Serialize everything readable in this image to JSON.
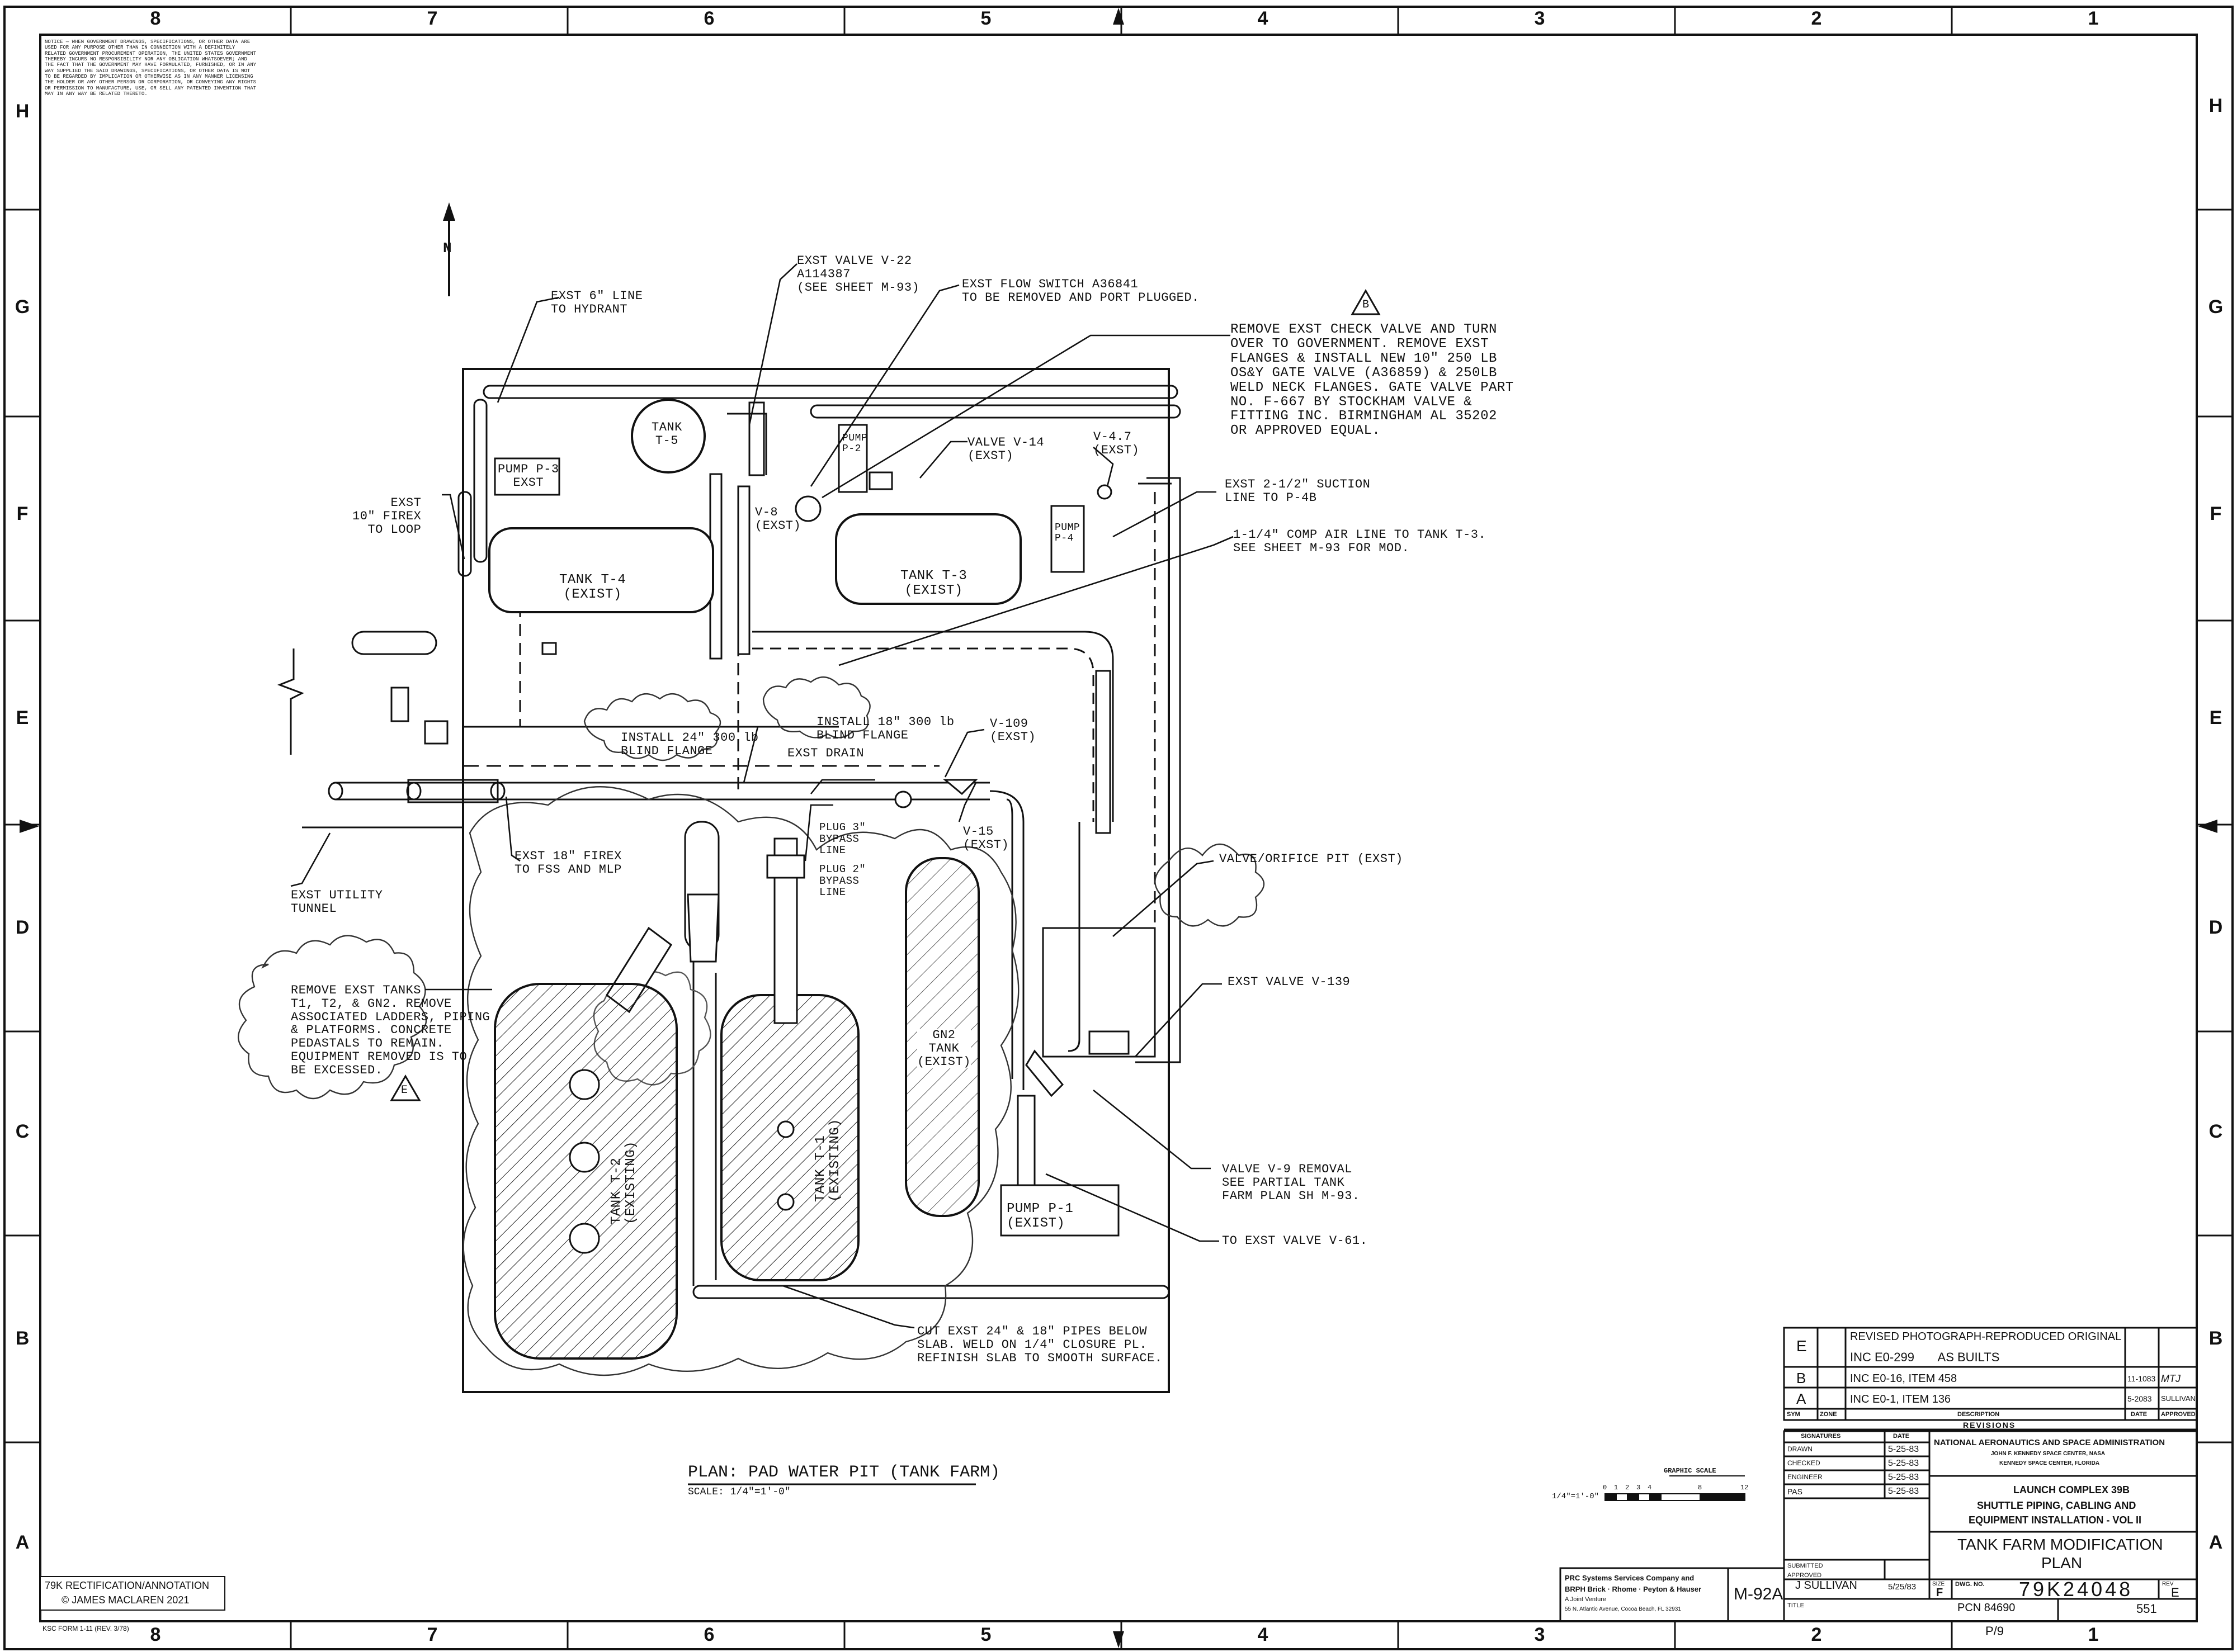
{
  "border": {
    "columns_top": [
      "8",
      "7",
      "6",
      "5",
      "4",
      "3",
      "2",
      "1"
    ],
    "columns_bottom": [
      "8",
      "7",
      "6",
      "5",
      "4",
      "3",
      "2",
      "1"
    ],
    "rows_left": [
      "H",
      "G",
      "F",
      "E",
      "D",
      "C",
      "B",
      "A"
    ],
    "rows_right": [
      "H",
      "G",
      "F",
      "E",
      "D",
      "C",
      "B",
      "A"
    ]
  },
  "notice": "NOTICE — WHEN GOVERNMENT DRAWINGS, SPECIFICATIONS, OR OTHER DATA ARE USED FOR ANY PURPOSE OTHER THAN IN CONNECTION WITH A DEFINITELY RELATED GOVERNMENT PROCUREMENT OPERATION, THE UNITED STATES GOVERNMENT THEREBY INCURS NO RESPONSIBILITY NOR ANY OBLIGATION WHATSOEVER; AND THE FACT THAT THE GOVERNMENT MAY HAVE FORMULATED, FURNISHED, OR IN ANY WAY SUPPLIED THE SAID DRAWINGS, SPECIFICATIONS, OR OTHER DATA IS NOT TO BE REGARDED BY IMPLICATION OR OTHERWISE AS IN ANY MANNER LICENSING THE HOLDER OR ANY OTHER PERSON OR CORPORATION, OR CONVEYING ANY RIGHTS OR PERMISSION TO MANUFACTURE, USE, OR SELL ANY PATENTED INVENTION THAT MAY IN ANY WAY BE RELATED THERETO.",
  "north": "N",
  "labels": {
    "exst_6_line": "EXST 6\" LINE\nTO HYDRANT",
    "exst_valve_v22": "EXST VALVE V-22\nA114387\n(SEE SHEET M-93)",
    "flow_switch": "EXST FLOW SWITCH A36841\nTO BE REMOVED AND PORT PLUGGED.",
    "remove_check_valve": "REMOVE EXST CHECK VALVE AND TURN\nOVER TO GOVERNMENT. REMOVE EXST\nFLANGES & INSTALL NEW 10\" 250 LB\nOS&Y GATE VALVE (A36859) & 250LB\nWELD NECK FLANGES. GATE VALVE PART\nNO. F-667 BY STOCKHAM VALVE &\nFITTING INC. BIRMINGHAM AL 35202\nOR APPROVED EQUAL.",
    "rev_b": "B",
    "tank_t5": "TANK\nT-5",
    "pump_p3": "PUMP P-3\nEXST",
    "pump_p2": "PUMP\nP-2",
    "valve_v14": "VALVE V-14\n(EXST)",
    "v47": "V-4.7\n(EXST)",
    "suction_line": "EXST 2-1/2\" SUCTION\nLINE TO P-4B",
    "exst_10_firex": "EXST\n10\" FIREX\nTO LOOP",
    "v8": "V-8\n(EXST)",
    "pump_p4": "PUMP\nP-4",
    "comp_air": "1-1/4\" COMP AIR LINE TO TANK T-3.\nSEE SHEET M-93 FOR MOD.",
    "tank_t4": "TANK T-4\n(EXIST)",
    "tank_t3": "TANK T-3\n(EXIST)",
    "install_24": "INSTALL 24\" 300 lb\nBLIND FLANGE",
    "install_18": "INSTALL 18\" 300 lb\nBLIND FLANGE",
    "exst_drain": "EXST DRAIN",
    "v109": "V-109\n(EXST)",
    "v15": "V-15\n(EXST)",
    "exst_18_firex": "EXST 18\" FIREX\nTO FSS AND MLP",
    "plug_3": "PLUG 3\"\nBYPASS\nLINE",
    "plug_2": "PLUG 2\"\nBYPASS\nLINE",
    "utility_tunnel": "EXST UTILITY\nTUNNEL",
    "valve_orifice_pit": "VALVE/ORIFICE PIT (EXST)",
    "exst_valve_v139": "EXST VALVE V-139",
    "remove_tanks": "REMOVE EXST TANKS\nT1, T2, & GN2. REMOVE\nASSOCIATED LADDERS, PIPING\n& PLATFORMS. CONCRETE\nPEDASTALS TO REMAIN.\nEQUIPMENT REMOVED IS TO\nBE EXCESSED.",
    "rev_e": "E",
    "tank_t2": "TANK T-2\n(EXISTING)",
    "tank_t1": "TANK T-1\n(EXISTING)",
    "gn2_tank": "GN2\nTANK\n(EXIST)",
    "pump_p1": "PUMP P-1\n(EXIST)",
    "valve_v9": "VALVE V-9 REMOVAL\nSEE PARTIAL TANK\nFARM PLAN SH M-93.",
    "to_exst_v61": "TO EXST VALVE V-61.",
    "cut_pipes": "CUT EXST 24\" & 18\" PIPES BELOW\nSLAB. WELD ON 1/4\" CLOSURE PL.\nREFINISH SLAB TO SMOOTH SURFACE."
  },
  "plan_title": "PLAN: PAD WATER PIT (TANK FARM)",
  "plan_scale": "SCALE: 1/4\"=1'-0\"",
  "graphic_scale": {
    "label": "GRAPHIC SCALE",
    "prefix": "1/4\"=1'-0\"",
    "ticks": [
      "0",
      "1",
      "2",
      "3",
      "4",
      "",
      "8",
      "",
      "",
      "12"
    ]
  },
  "revisions": {
    "rows": [
      {
        "sym": "E",
        "desc": "REVISED PHOTOGRAPH-REPRODUCED ORIGINAL",
        "desc2": "INC E0-299       AS BUILTS",
        "date": "",
        "appr": ""
      },
      {
        "sym": "B",
        "desc": "INC E0-16, ITEM 458",
        "date": "11-1083",
        "appr": "MTJ"
      },
      {
        "sym": "A",
        "desc": "INC E0-1, ITEM 136",
        "date": "5-2083",
        "appr": "SULLIVAN"
      }
    ],
    "headers": {
      "sym": "SYM",
      "zone": "ZONE",
      "desc": "DESCRIPTION",
      "date": "DATE",
      "appr": "APPROVED"
    },
    "title": "REVISIONS"
  },
  "title_block": {
    "sig_header": "SIGNATURES",
    "date_header": "DATE",
    "sig_rows": [
      {
        "role": "DRAWN",
        "date": "5-25-83"
      },
      {
        "role": "CHECKED",
        "date": "5-25-83"
      },
      {
        "role": "ENGINEER",
        "date": "5-25-83"
      },
      {
        "role": "PAS",
        "date": "5-25-83"
      }
    ],
    "agency": "NATIONAL AERONAUTICS AND SPACE ADMINISTRATION",
    "center": "JOHN F. KENNEDY SPACE CENTER, NASA",
    "location": "KENNEDY SPACE CENTER, FLORIDA",
    "project_1": "LAUNCH COMPLEX 39B",
    "project_2": "SHUTTLE PIPING, CABLING AND",
    "project_3": "EQUIPMENT INSTALLATION - VOL II",
    "drawing_title_1": "TANK FARM MODIFICATION",
    "drawing_title_2": "PLAN",
    "submitted": "SUBMITTED",
    "approved_name": "J SULLIVAN",
    "approved_label": "APPROVED",
    "approved_date": "5/25/83",
    "size_label": "SIZE",
    "size": "F",
    "dwg_label": "DWG. NO.",
    "drawing_number": "79K24048",
    "rev_label": "REV",
    "rev": "E",
    "fsca": "PCN 84690",
    "sheet": "551",
    "sheet_ref": "M-92A",
    "page": "P/9",
    "contractor_1": "PRC Systems Services Company and",
    "contractor_2": "BRPH Brick · Rhome · Peyton & Hauser",
    "contractor_3": "A Joint Venture",
    "contractor_4": "55 N. Atlantic Avenue, Cocoa Beach, FL 32931",
    "title_label": "TITLE"
  },
  "annotation": {
    "line1": "79K RECTIFICATION/ANNOTATION",
    "line2": "© JAMES MACLAREN 2021"
  },
  "form_id": "KSC FORM 1-11 (REV. 3/78)"
}
